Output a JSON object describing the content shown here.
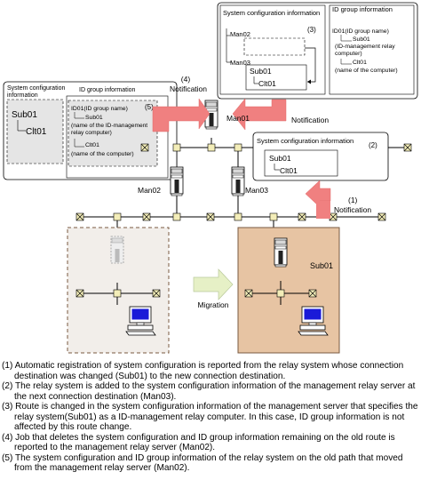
{
  "diagram": {
    "boxes": {
      "top": {
        "sysconf_title": "System configuration information",
        "idgroup_title": "ID group information",
        "callout_num": "(3)",
        "man02": "Man02",
        "man03": "Man03",
        "sub01": "Sub01",
        "clt01": "Clt01",
        "id01": "ID01(ID group name)",
        "id_sub01": "Sub01",
        "id_sub01_desc": "(ID-management relay computer)",
        "id_clt01": "Clt01",
        "id_clt01_desc": "(name of the computer)"
      },
      "left": {
        "sysconf_title": "System configuration information",
        "idgroup_title": "ID group information",
        "callout_num": "(5)",
        "sub01": "Sub01",
        "clt01": "Clt01",
        "id01": "ID01(ID group name)",
        "id_sub01": "Sub01",
        "id_sub01_desc": "(name of the ID-management relay computer)",
        "id_clt01": "Clt01",
        "id_clt01_desc": "(name of the computer)"
      },
      "right": {
        "sysconf_title": "System configuration information",
        "callout_num": "(2)",
        "sub01": "Sub01",
        "clt01": "Clt01"
      }
    },
    "labels": {
      "notif4_num": "(4)",
      "notif4": "Notification",
      "man01": "Man01",
      "notif_top": "Notification",
      "man02": "Man02",
      "man03": "Man03",
      "notif1_num": "(1)",
      "notif1": "Notification",
      "migration": "Migration",
      "sub01_new": "Sub01"
    },
    "colors": {
      "notification_arrow": "#f08080",
      "migration_arrow": "#e6f0c6",
      "old_segment_fill": "#f2eeea",
      "new_segment_fill": "#e7c4a3",
      "node_fill": "#f3edb8",
      "line": "#000000"
    }
  },
  "notes": [
    "(1) Automatic registration of system configuration is reported from the relay system whose connection destination was changed (Sub01) to the new connection destination.",
    "(2) The relay system is added to the system configuration information of the management relay server at the next connection destination (Man03).",
    "(3) Route is changed in the system configuration information of the management server that specifies the relay system(Sub01) as a ID-management relay computer. In this case, ID group information is not affected by this route change.",
    "(4) Job that deletes the system configuration and ID group information remaining on the old route is reported to the management relay server (Man02).",
    "(5) The system configuration and ID group information of the relay system on the old path that moved from the management relay server (Man02)."
  ]
}
